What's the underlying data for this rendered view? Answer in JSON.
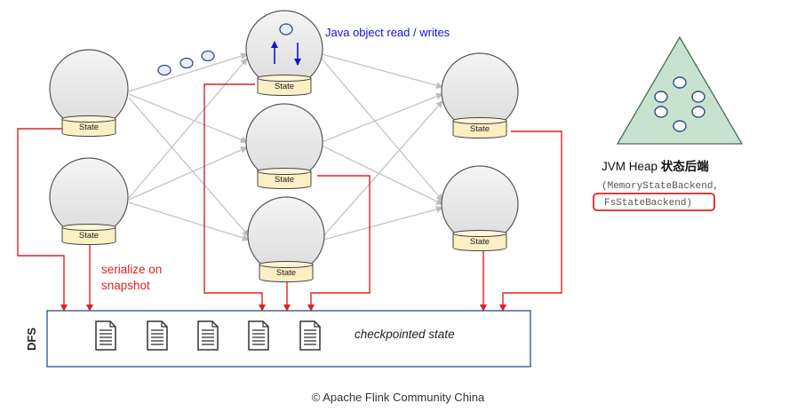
{
  "state_label": "State",
  "annotations": {
    "java_rw": "Java object read / writes",
    "serialize_line1": "serialize on",
    "serialize_line2": "snapshot",
    "checkpointed": "checkpointed state",
    "dfs": "DFS"
  },
  "backend": {
    "title_prefix": "JVM Heap ",
    "title_cn": "状态后端",
    "paren_open": "(",
    "memory_backend": "MemoryStateBackend,",
    "fs_backend": "FsStateBackend",
    "paren_close": ")"
  },
  "footer": "© Apache Flink Community China",
  "colors": {
    "red": "#dd2222",
    "blue": "#1111dd",
    "triangle": "#c7e3cf",
    "node_fill": "#e8e8e8",
    "state_fill": "#fbefc4"
  }
}
